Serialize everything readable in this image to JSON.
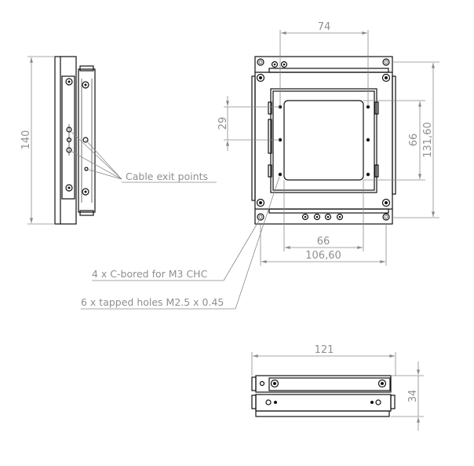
{
  "dimensions": {
    "front_top_hole_spacing": "74",
    "front_height": "131,60",
    "front_window_height": "66",
    "front_side_hole_spacing": "29",
    "front_window_width": "66",
    "front_width": "106,60",
    "side_height": "140",
    "bottom_width": "121",
    "bottom_height": "34"
  },
  "annotations": {
    "cable_exit": "Cable exit points",
    "counterbored": "4 x C-bored for M3 CHC",
    "tapped_holes": "6 x tapped holes M2.5 x 0.45"
  },
  "colors": {
    "line": "#111111",
    "dimension": "#8a8a8a"
  }
}
